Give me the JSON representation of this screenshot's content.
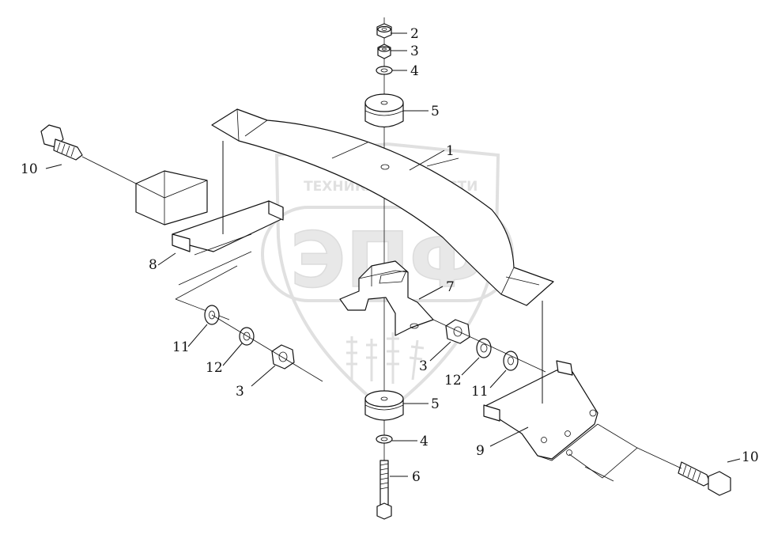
{
  "diagram": {
    "colors": {
      "ink": "#111111",
      "watermark": "#c8c8c8",
      "background": "#ffffff"
    },
    "watermark": {
      "brand_top_left": "ТЕХНИКА",
      "brand_top_right": "ЗАПЧАСТИ",
      "logo_letters": "ЭПФ"
    },
    "callouts": [
      {
        "id": "c2",
        "label": "2"
      },
      {
        "id": "c3a",
        "label": "3"
      },
      {
        "id": "c4a",
        "label": "4"
      },
      {
        "id": "c5a",
        "label": "5"
      },
      {
        "id": "c1",
        "label": "1"
      },
      {
        "id": "c10a",
        "label": "10"
      },
      {
        "id": "c8",
        "label": "8"
      },
      {
        "id": "c7",
        "label": "7"
      },
      {
        "id": "c11a",
        "label": "11"
      },
      {
        "id": "c12a",
        "label": "12"
      },
      {
        "id": "c3b",
        "label": "3"
      },
      {
        "id": "c3c",
        "label": "3"
      },
      {
        "id": "c12b",
        "label": "12"
      },
      {
        "id": "c11b",
        "label": "11"
      },
      {
        "id": "c5b",
        "label": "5"
      },
      {
        "id": "c4b",
        "label": "4"
      },
      {
        "id": "c9",
        "label": "9"
      },
      {
        "id": "c10b",
        "label": "10"
      },
      {
        "id": "c6",
        "label": "6"
      }
    ]
  }
}
